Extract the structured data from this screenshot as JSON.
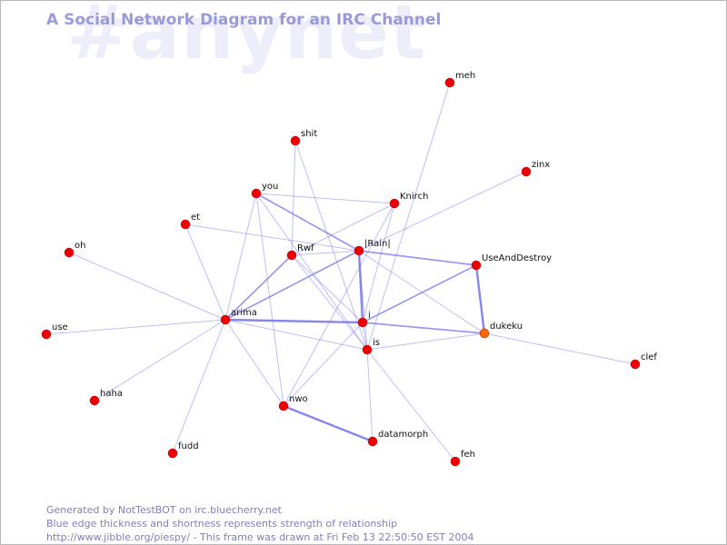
{
  "watermark": "#anynet",
  "title": "A Social Network Diagram for an IRC Channel",
  "footer": {
    "line1": "Generated by NotTestBOT on irc.bluecherry.net",
    "line2": "Blue edge thickness and shortness represents strength of relationship",
    "line3": "http://www.jibble.org/piespy/ - This frame was drawn at Fri Feb 13 22:50:50 EST 2004"
  },
  "colors": {
    "node": "#ee0000",
    "node_highlight": "#ff6a00",
    "edge": "#8080ee",
    "title": "#9a9adb"
  },
  "nodes": [
    {
      "id": "meh",
      "label": "meh"
    },
    {
      "id": "shit",
      "label": "shit"
    },
    {
      "id": "zinx",
      "label": "zinx"
    },
    {
      "id": "you",
      "label": "you"
    },
    {
      "id": "knirch",
      "label": "Knirch"
    },
    {
      "id": "et",
      "label": "et"
    },
    {
      "id": "oh",
      "label": "oh"
    },
    {
      "id": "rwf",
      "label": "Rwf"
    },
    {
      "id": "irain",
      "label": "|Rain|"
    },
    {
      "id": "useanddestroy",
      "label": "UseAndDestroy"
    },
    {
      "id": "arima",
      "label": "arima"
    },
    {
      "id": "i",
      "label": "i"
    },
    {
      "id": "dukeku",
      "label": "dukeku",
      "highlight": true
    },
    {
      "id": "use",
      "label": "use"
    },
    {
      "id": "is",
      "label": "is"
    },
    {
      "id": "clef",
      "label": "clef"
    },
    {
      "id": "haha",
      "label": "haha"
    },
    {
      "id": "nwo",
      "label": "nwo"
    },
    {
      "id": "datamorph",
      "label": "datamorph"
    },
    {
      "id": "fudd",
      "label": "fudd"
    },
    {
      "id": "feh",
      "label": "feh"
    }
  ],
  "edges": [
    {
      "a": "meh",
      "b": "is",
      "w": 1
    },
    {
      "a": "zinx",
      "b": "irain",
      "w": 1
    },
    {
      "a": "shit",
      "b": "rwf",
      "w": 1
    },
    {
      "a": "shit",
      "b": "is",
      "w": 1
    },
    {
      "a": "you",
      "b": "knirch",
      "w": 1
    },
    {
      "a": "you",
      "b": "irain",
      "w": 2
    },
    {
      "a": "you",
      "b": "arima",
      "w": 1
    },
    {
      "a": "you",
      "b": "nwo",
      "w": 1
    },
    {
      "a": "you",
      "b": "is",
      "w": 1
    },
    {
      "a": "knirch",
      "b": "rwf",
      "w": 1
    },
    {
      "a": "knirch",
      "b": "i",
      "w": 1
    },
    {
      "a": "knirch",
      "b": "nwo",
      "w": 1
    },
    {
      "a": "et",
      "b": "irain",
      "w": 1
    },
    {
      "a": "et",
      "b": "arima",
      "w": 1
    },
    {
      "a": "oh",
      "b": "arima",
      "w": 1
    },
    {
      "a": "rwf",
      "b": "irain",
      "w": 1
    },
    {
      "a": "rwf",
      "b": "arima",
      "w": 2
    },
    {
      "a": "rwf",
      "b": "i",
      "w": 1
    },
    {
      "a": "rwf",
      "b": "is",
      "w": 1
    },
    {
      "a": "irain",
      "b": "useanddestroy",
      "w": 2
    },
    {
      "a": "irain",
      "b": "arima",
      "w": 2
    },
    {
      "a": "irain",
      "b": "i",
      "w": 3
    },
    {
      "a": "irain",
      "b": "dukeku",
      "w": 1
    },
    {
      "a": "irain",
      "b": "is",
      "w": 1
    },
    {
      "a": "useanddestroy",
      "b": "i",
      "w": 2
    },
    {
      "a": "useanddestroy",
      "b": "dukeku",
      "w": 3
    },
    {
      "a": "arima",
      "b": "i",
      "w": 3
    },
    {
      "a": "arima",
      "b": "is",
      "w": 1
    },
    {
      "a": "arima",
      "b": "use",
      "w": 1
    },
    {
      "a": "arima",
      "b": "haha",
      "w": 1
    },
    {
      "a": "arima",
      "b": "fudd",
      "w": 1
    },
    {
      "a": "arima",
      "b": "nwo",
      "w": 1
    },
    {
      "a": "i",
      "b": "dukeku",
      "w": 2
    },
    {
      "a": "i",
      "b": "is",
      "w": 1
    },
    {
      "a": "i",
      "b": "nwo",
      "w": 1
    },
    {
      "a": "is",
      "b": "dukeku",
      "w": 1
    },
    {
      "a": "is",
      "b": "datamorph",
      "w": 1
    },
    {
      "a": "is",
      "b": "feh",
      "w": 1
    },
    {
      "a": "dukeku",
      "b": "clef",
      "w": 1
    },
    {
      "a": "nwo",
      "b": "datamorph",
      "w": 3
    }
  ]
}
